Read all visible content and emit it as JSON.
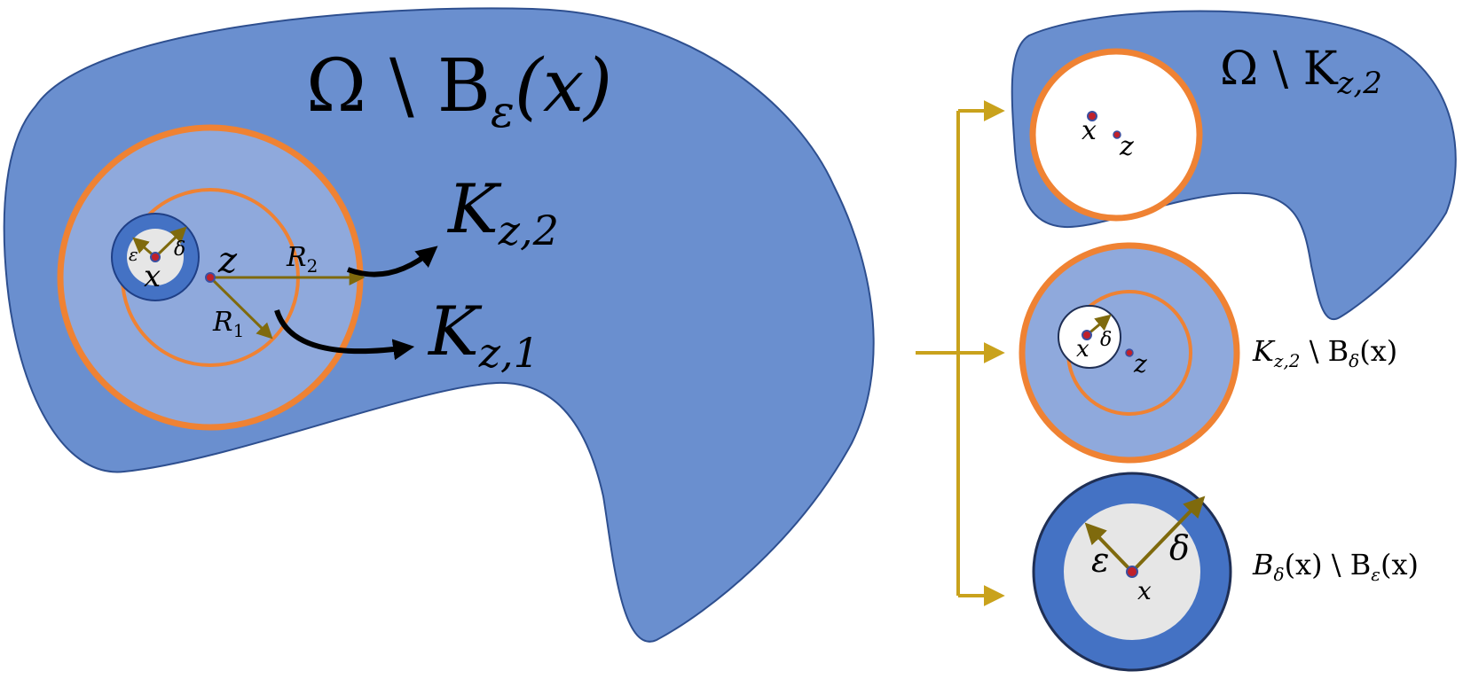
{
  "colors": {
    "domain_fill": "#6a8fcf",
    "domain_stroke": "#2e4f8f",
    "ring_light": "#8fa9dc",
    "ring_orange": "#ef8233",
    "annulus_dark": "#4472c4",
    "ball_gray": "#e6e6e6",
    "arrow_olive": "#7f6a0d",
    "bracket_gold": "#c9a21c",
    "point_red": "#c0202a",
    "text": "#000000"
  },
  "main": {
    "region_label": "Ω \\ B",
    "region_sub": "ε",
    "region_arg": "(x)",
    "label_Kz2": "K",
    "label_Kz2_sub": "z,2",
    "label_Kz1": "K",
    "label_Kz1_sub": "z,1",
    "point_x": "x",
    "point_z": "z",
    "radius_eps": "ε",
    "radius_delta": "δ",
    "radius_R1": "R",
    "radius_R1_sub": "1",
    "radius_R2": "R",
    "radius_R2_sub": "2"
  },
  "panel_top": {
    "label": "Ω \\ K",
    "label_sub": "z,2",
    "point_x": "x",
    "point_z": "z"
  },
  "panel_mid": {
    "label": "K",
    "label_sub": "z,2",
    "label_tail": " \\ B",
    "label_tail_sub": "δ",
    "label_tail_arg": "(x)",
    "point_x": "x",
    "point_z": "z",
    "radius_delta": "δ"
  },
  "panel_bot": {
    "label": "B",
    "label_sub": "δ",
    "label_mid": "(x) \\ B",
    "label_mid_sub": "ε",
    "label_arg": "(x)",
    "point_x": "x",
    "radius_eps": "ε",
    "radius_delta": "δ"
  }
}
